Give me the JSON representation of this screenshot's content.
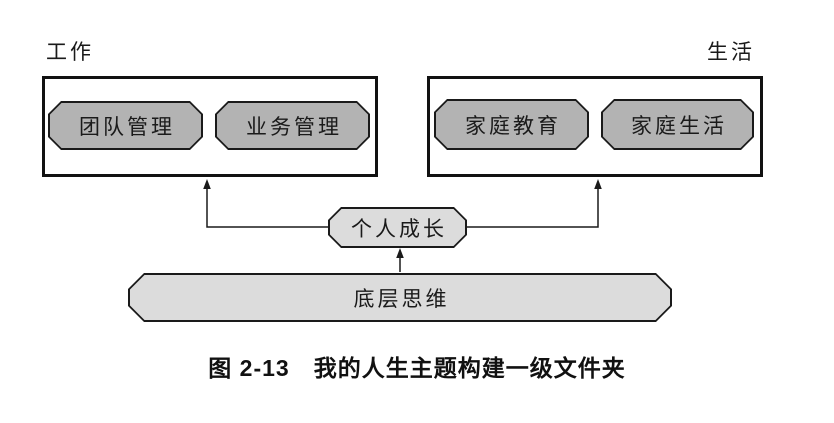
{
  "diagram": {
    "groups": [
      {
        "name": "work",
        "label": "工作",
        "items": [
          {
            "label": "团队管理"
          },
          {
            "label": "业务管理"
          }
        ]
      },
      {
        "name": "life",
        "label": "生活",
        "items": [
          {
            "label": "家庭教育"
          },
          {
            "label": "家庭生活"
          }
        ]
      }
    ],
    "nodes": {
      "personal_growth": {
        "label": "个人成长"
      },
      "base_thinking": {
        "label": "底层思维"
      }
    }
  },
  "caption": {
    "text": "图 2-13　我的人生主题构建一级文件夹"
  },
  "colors": {
    "background": "#ffffff",
    "box_border": "#111111",
    "node_border": "#1a1a1a",
    "node_fill_dark": "#b3b3b3",
    "node_fill_light": "#dcdcdc",
    "line": "#1a1a1a",
    "text": "#1a1a1a"
  }
}
